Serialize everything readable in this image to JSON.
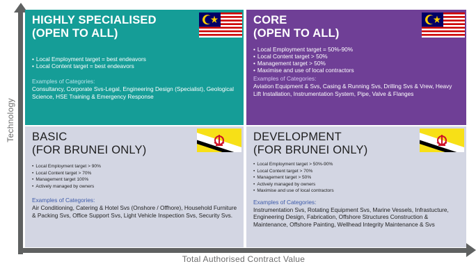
{
  "axes": {
    "y_label": "Technology",
    "x_label": "Total Authorised Contract Value"
  },
  "colors": {
    "highly_specialised": "#159d97",
    "core": "#6f3f96",
    "basic": "#d3d6e3",
    "development": "#d3d6e3",
    "axis": "#5f6161"
  },
  "quadrants": {
    "highly_specialised": {
      "title_line1": "HIGHLY SPECIALISED",
      "title_line2": "(OPEN TO ALL)",
      "flag": "malaysia-flag",
      "targets": [
        "Local Employment target = best endeavors",
        "Local Content target = best endeavors"
      ],
      "examples_heading": "Examples of Categories:",
      "examples": "Consultancy, Corporate Svs-Legal, Engineering Design (Specialist), Geological Science, HSE Training & Emergency Response"
    },
    "core": {
      "title_line1": "CORE",
      "title_line2": "(OPEN TO ALL)",
      "flag": "malaysia-flag",
      "targets": [
        "Local Employment target = 50%-90%",
        "Local Content target > 50%",
        "Management target > 50%",
        "Maximise and use of local contractors"
      ],
      "examples_heading": "Examples of Categories:",
      "examples": "Aviation Equipment & Svs, Casing & Running Svs, Drilling Svs & Vrew, Heavy Lift Installation, Instrumentation System, Pipe, Valve & Flanges"
    },
    "basic": {
      "title_line1": "BASIC",
      "title_line2": "(FOR BRUNEI ONLY)",
      "flag": "brunei-flag",
      "targets": [
        "Local Employment target > 90%",
        "Local Content target > 70%",
        "Management target 100%",
        "Actively managed by owners"
      ],
      "examples_heading": "Examples of Categories:",
      "examples": "Air Conditioning, Catering & Hotel Svs (Onshore / Offhore), Household Furniture & Packing Svs, Office Support Svs, Light Vehicle Inspection Svs, Security Svs."
    },
    "development": {
      "title_line1": "DEVELOPMENT",
      "title_line2": "(FOR BRUNEI ONLY)",
      "flag": "brunei-flag",
      "targets": [
        "Local Employment target > 50%-90%",
        "Local Content target > 70%",
        "Management target > 50%",
        "Actively managed by owners",
        "Maximise and use of local contractors"
      ],
      "examples_heading": "Examples of Categories:",
      "examples": "Instrumentation Svs, Rotating Equipment Svs, Marine Vessels, Infrastucture, Engineering Design, Fabrication, Offshore Structures Construction & Maintenance, Offshore Painting, Wellhead Integrity Maintenance & Svs"
    }
  }
}
